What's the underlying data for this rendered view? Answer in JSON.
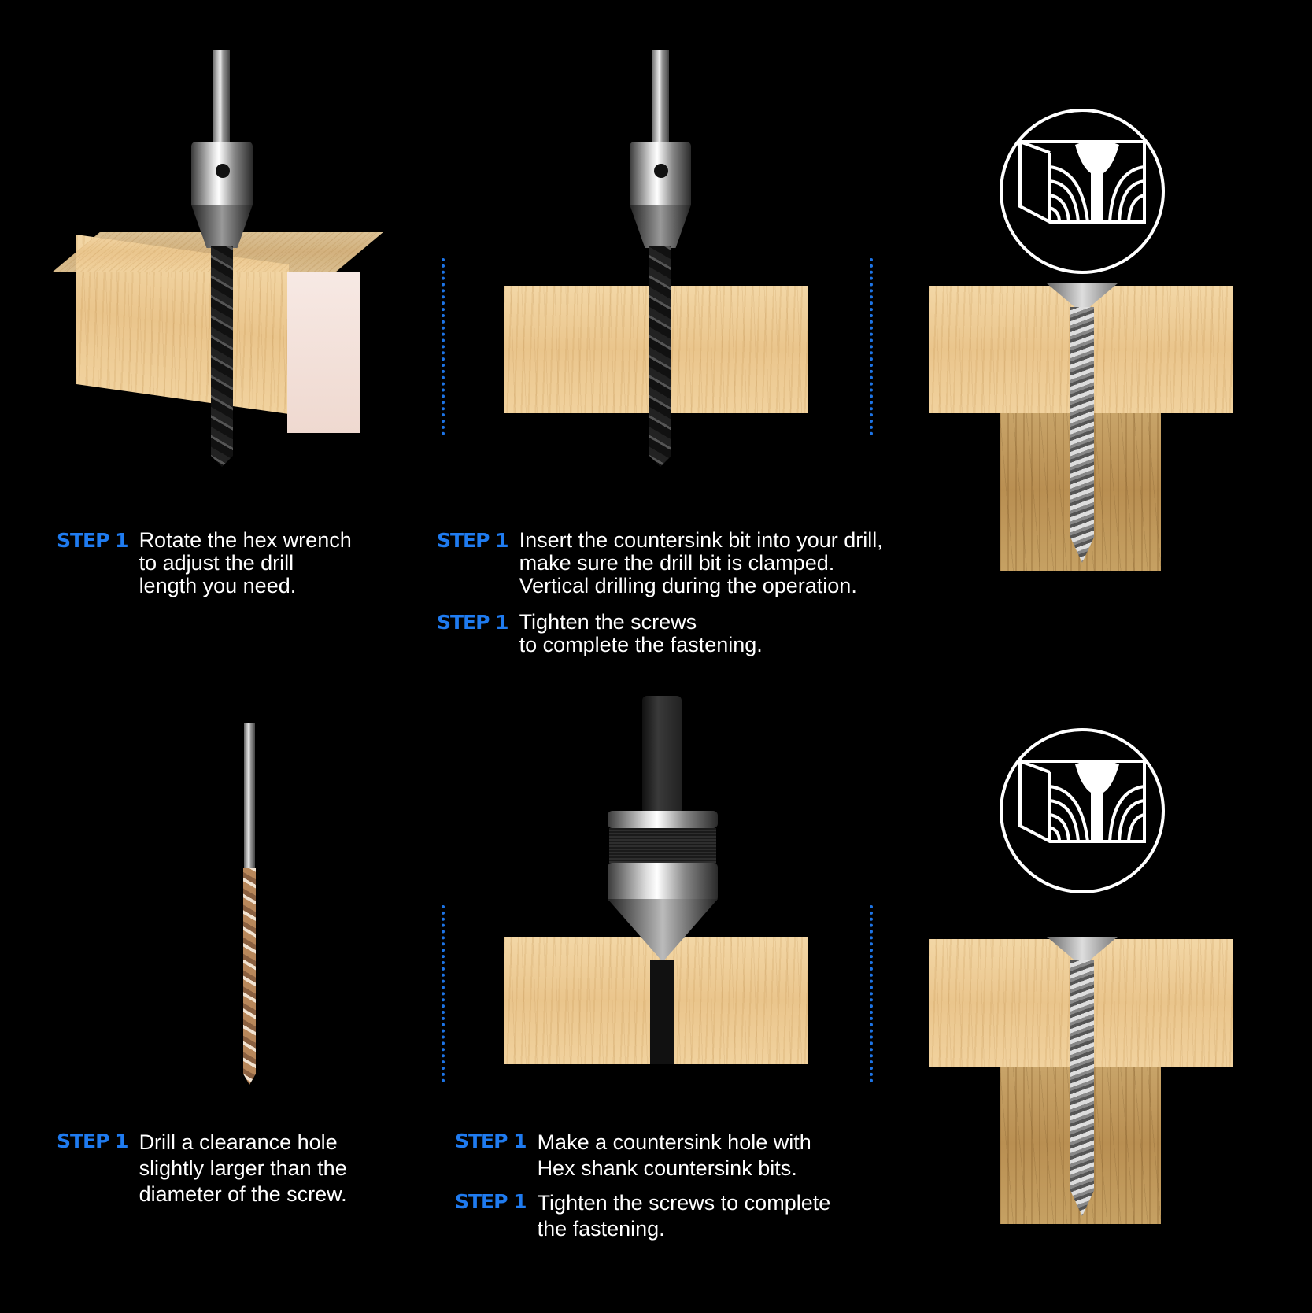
{
  "colors": {
    "background": "#000000",
    "accent_blue": "#1f7bf0",
    "text": "#ffffff",
    "wood_light": "#eac58c",
    "wood_dark": "#b98f52"
  },
  "row1": {
    "panel1": {
      "image": "countersink-drill-bit-in-wood-block",
      "steps": [
        {
          "label": "STEP 1",
          "text": "Rotate the hex wrench\nto adjust the drill\nlength you need."
        }
      ]
    },
    "panel2": {
      "image": "countersink-drill-bit-through-board",
      "steps": [
        {
          "label": "STEP 1",
          "text": "Insert the countersink bit into your drill,\nmake sure the drill bit is clamped.\nVertical drilling during the operation."
        },
        {
          "label": "STEP 1",
          "text": "Tighten the screws\nto complete the fastening."
        }
      ]
    },
    "panel3": {
      "icon": "countersunk-hole-cross-section-icon",
      "image": "screw-fastening-two-boards"
    }
  },
  "row2": {
    "panel1": {
      "image": "brad-point-drill-bit",
      "steps": [
        {
          "label": "STEP 1",
          "text": "Drill a clearance hole\nslightly larger than the\ndiameter of the screw."
        }
      ]
    },
    "panel2": {
      "image": "hex-shank-countersink-bit-in-board",
      "steps": [
        {
          "label": "STEP 1",
          "text": "Make a countersink hole with\nHex shank countersink bits."
        },
        {
          "label": "STEP 1",
          "text": "Tighten the screws to complete\nthe fastening."
        }
      ]
    },
    "panel3": {
      "icon": "countersunk-hole-cross-section-icon",
      "image": "screw-fastening-two-boards"
    }
  }
}
